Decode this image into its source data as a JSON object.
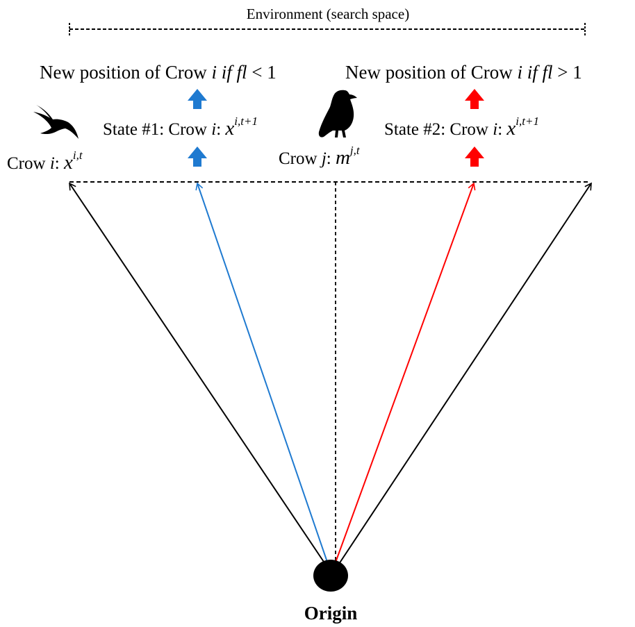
{
  "environment": {
    "label": "Environment (search space)"
  },
  "new_position_left": {
    "prefix": "New position of Crow ",
    "var": "i",
    "cond": "if",
    "param": "fl",
    "rel": " < 1"
  },
  "new_position_right": {
    "prefix": "New position of Crow ",
    "var": "i",
    "cond": "if",
    "param": "fl",
    "rel": " > 1"
  },
  "state1": {
    "prefix": "State #1: Crow ",
    "var": "i",
    "colon": ": ",
    "sym": "x",
    "sup": "i,t+1"
  },
  "state2": {
    "prefix": "State #2: Crow ",
    "var": "i",
    "colon": ": ",
    "sym": "x",
    "sup": "i,t+1"
  },
  "crow_i": {
    "prefix": "Crow ",
    "var": "i",
    "colon": ":  ",
    "sym": "x",
    "sup": "i,t"
  },
  "crow_j": {
    "prefix": "Crow ",
    "var": "j",
    "colon": ": ",
    "sym": "m",
    "sup": "j,t"
  },
  "origin": {
    "label": "Origin"
  },
  "colors": {
    "blue": "#1f7ad0",
    "red": "#ff0000",
    "black": "#000000"
  },
  "icons": {
    "flying_bird": "flying-bird-icon",
    "standing_crow": "standing-crow-icon"
  }
}
